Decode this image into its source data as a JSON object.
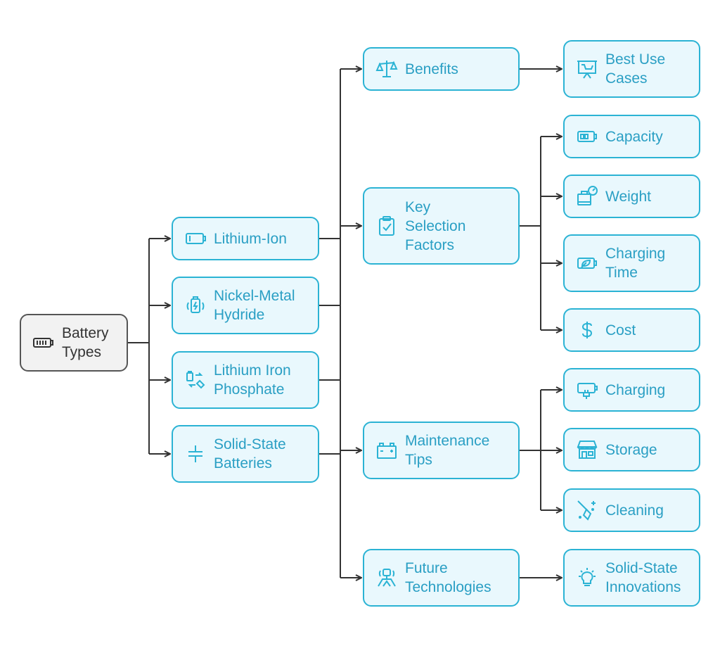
{
  "colors": {
    "accent": "#2bb3d4",
    "node_fill": "#e9f8fd",
    "text": "#2a9fc4",
    "root_border": "#555555",
    "root_fill": "#f2f2f2",
    "connector": "#333333"
  },
  "root": {
    "label": "Battery\nTypes",
    "icon": "battery-icon"
  },
  "types": [
    {
      "label": "Lithium-Ion",
      "icon": "battery-outline-icon"
    },
    {
      "label": "Nickel-Metal\nHydride",
      "icon": "recycle-battery-icon"
    },
    {
      "label": "Lithium Iron\nPhosphate",
      "icon": "battery-exchange-icon"
    },
    {
      "label": "Solid-State\nBatteries",
      "icon": "capacitor-icon"
    }
  ],
  "topics": [
    {
      "label": "Benefits",
      "icon": "scale-icon"
    },
    {
      "label": "Key\nSelection\nFactors",
      "icon": "clipboard-check-icon"
    },
    {
      "label": "Maintenance\nTips",
      "icon": "car-battery-icon"
    },
    {
      "label": "Future\nTechnologies",
      "icon": "robot-icon"
    }
  ],
  "details": [
    {
      "label": "Best Use\nCases",
      "icon": "presentation-icon"
    },
    {
      "label": "Capacity",
      "icon": "battery-level-icon"
    },
    {
      "label": "Weight",
      "icon": "weight-scale-icon"
    },
    {
      "label": "Charging\nTime",
      "icon": "eco-battery-icon"
    },
    {
      "label": "Cost",
      "icon": "dollar-icon"
    },
    {
      "label": "Charging",
      "icon": "plug-icon"
    },
    {
      "label": "Storage",
      "icon": "storefront-icon"
    },
    {
      "label": "Cleaning",
      "icon": "broom-icon"
    },
    {
      "label": "Solid-State\nInnovations",
      "icon": "lightbulb-icon"
    }
  ]
}
